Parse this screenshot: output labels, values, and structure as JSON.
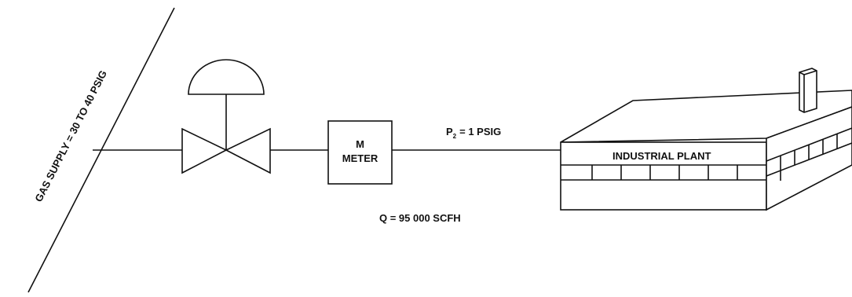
{
  "labels": {
    "gas_supply": "GAS SUPPLY = 30 TO 40 PSIG",
    "meter_letter": "M",
    "meter_name": "METER",
    "pressure_prefix": "P",
    "pressure_subscript": "2",
    "pressure_value": "= 1 PSIG",
    "flow": "Q = 95 000 SCFH",
    "plant": "INDUSTRIAL PLANT"
  },
  "colors": {
    "line": "#111111",
    "background": "#ffffff"
  }
}
